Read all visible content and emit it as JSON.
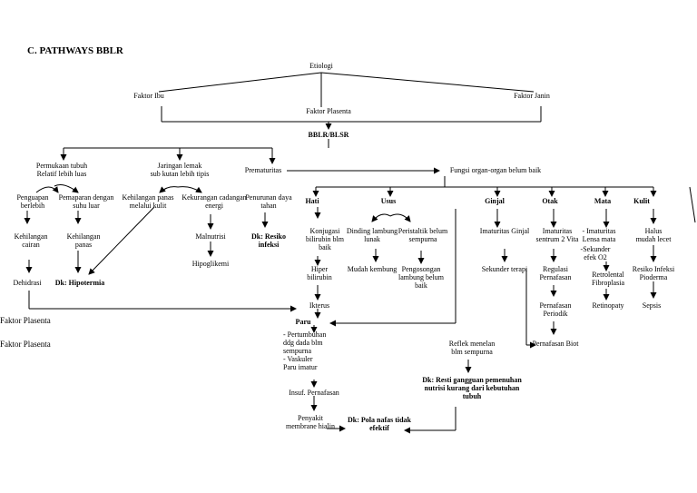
{
  "heading": "C.  PATHWAYS BBLR",
  "side_labels": [
    "Faktor Plasenta",
    "Faktor Plasenta"
  ],
  "nodes": {
    "etiologi": "Etiologi",
    "faktor_ibu": "Faktor Ibu",
    "faktor_plasenta": "Faktor  Plasenta",
    "faktor_janin": "Faktor Janin",
    "bblr": "BBLR/BLSR",
    "permukaan": "Permukaan tubuh\nRelatif lebih luas",
    "jaringan": "Jaringan lemak\nsub kutan lebih tipis",
    "prematuritas": "Prematuritas",
    "fungsi": "Fungsi organ-organ belum baik",
    "penguapan": "Penguapan\nberlebih",
    "pemaparan": "Pemaparan dengan\nsuhu luar",
    "kehilangan_panas_kulit": "Kehilangan panas\nmelalui kulit",
    "kekurangan_cadangan": "Kekurangan cadangan\nenergi",
    "penurunan_daya": "Penurunan daya\ntahan",
    "kehilangan_cairan": "Kehilangan\ncairan",
    "kehilangan_panas": "Kehilangan\npanas",
    "malnutrisi": "Malnutrisi",
    "dk_resiko_infeksi": "Dk: Resiko\ninfeksi",
    "hipoglikemi": "Hipoglikemi",
    "dehidrasi": "Dehidrasi",
    "dk_hipotermia": "Dk: Hipotermia",
    "hati": "Hati",
    "usus": "Usus",
    "ginjal": "Ginjal",
    "otak": "Otak",
    "mata": "Mata",
    "kulit": "Kulit",
    "konjugasi": "Konjugasi\nbilirubin blm\nbaik",
    "dinding_lambung": "Dinding lambung\nlunak",
    "peristaltik": "Peristaltik belum\nsempurna",
    "imaturitas_ginjal": "Imaturitas  Ginjal",
    "imaturitas_sentrum": "Imaturitas\nsentrum 2 Vita",
    "imaturitas_lensa": "- Imaturitas\nLensa mata",
    "sekunder_efek": "-Sekunder\nefek O2",
    "halus": "Halus\nmudah lecet",
    "hiperbilirubin": "Hiper\nbilirubin",
    "mudah_kembung": "Mudah kembung",
    "pengosongan": "Pengosongan\nlambung belum\nbaik",
    "sekunder_terapi": "Sekunder terapi",
    "regulasi": "Regulasi\nPernafasan",
    "retrolental": "Retrolental\nFibroplasia",
    "resiko_infeksi_pioderma": "Resiko Infeksi\nPioderma",
    "ikterus": "Ikterus",
    "pernafasan_periodik": "Pernafasan\nPeriodik",
    "retinopaty": "Retinopaty",
    "sepsis": "Sepsis",
    "paru": "Paru",
    "pertumbuhan": "- Pertumbuhan\nddg dada blm\nsempurna\n- Vaskuler\nParu imatur",
    "pernafasan_biot": "Pernafasan Biot",
    "reflek": "Reflek menelan\nblm sempurna",
    "dk_resti": "Dk: Resti gangguan pemenuhan\nnutrisi kurang dari kebutuhan\ntubuh",
    "insuf": "Insuf. Pernafasan",
    "penyakit_membrane": "Penyakit\nmembrane hialin",
    "dk_pola_nafas": "Dk: Pola nafas tidak\nefektif"
  }
}
